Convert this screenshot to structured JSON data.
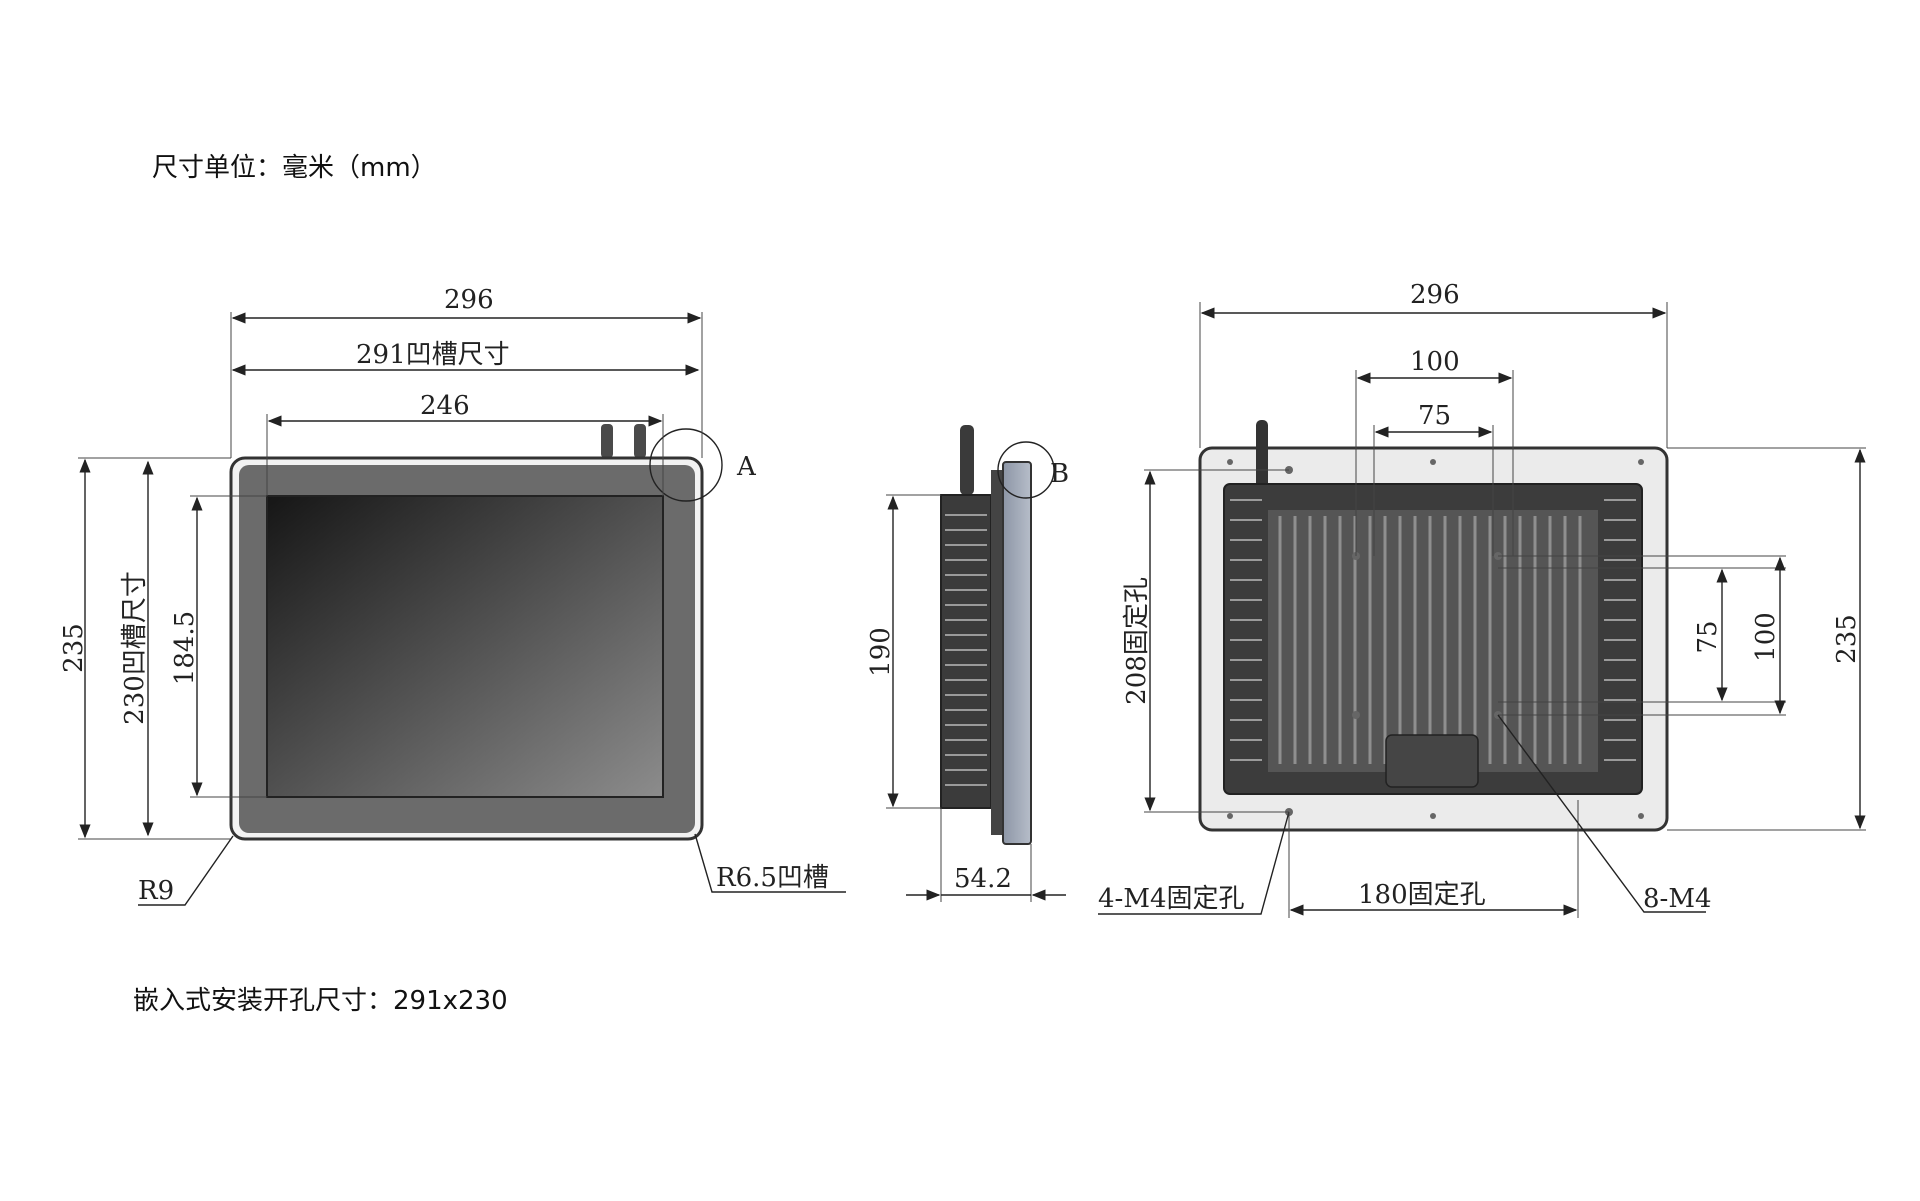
{
  "notes": {
    "units": "尺寸单位：毫米（mm）",
    "cutout": "嵌入式安装开孔尺寸：291x230"
  },
  "front": {
    "w_overall": "296",
    "w_groove": "291凹槽尺寸",
    "w_screen": "246",
    "h_overall": "235",
    "h_groove": "230凹槽尺寸",
    "h_screen": "184.5",
    "r_corner": "R9",
    "r_groove": "R6.5凹槽",
    "detail": "A"
  },
  "side": {
    "h": "190",
    "depth": "54.2",
    "detail": "B"
  },
  "rear": {
    "w_overall": "296",
    "vesa_100": "100",
    "vesa_75": "75",
    "h_mount": "208固定孔",
    "v_75": "75",
    "v_100": "100",
    "h_overall": "235",
    "m4_label": "4-M4固定孔",
    "w_mount": "180固定孔",
    "m4_8": "8-M4"
  },
  "colors": {
    "screen_dark": "#1a1a1a",
    "screen_light": "#8a8a8a",
    "bezel": "#5a5a5a",
    "heatsink": "#3a3a3a",
    "plate": "#e6e6e6"
  }
}
